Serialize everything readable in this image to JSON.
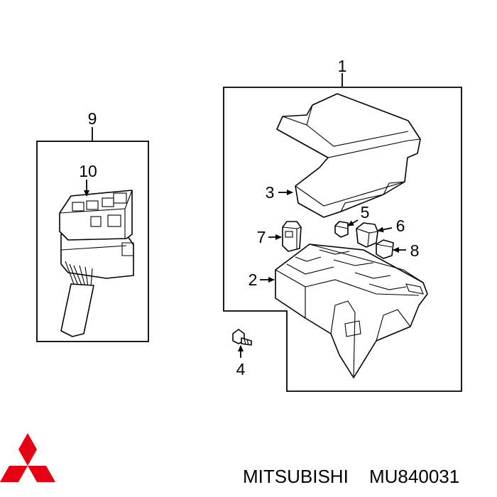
{
  "callouts": {
    "c1": "1",
    "c2": "2",
    "c3": "3",
    "c4": "4",
    "c5": "5",
    "c6": "6",
    "c7": "7",
    "c8": "8",
    "c9": "9",
    "c10": "10"
  },
  "caption": {
    "brand": "MITSUBISHI",
    "part_number": "MU840031"
  },
  "colors": {
    "logo": "#e60012",
    "line": "#000000"
  }
}
